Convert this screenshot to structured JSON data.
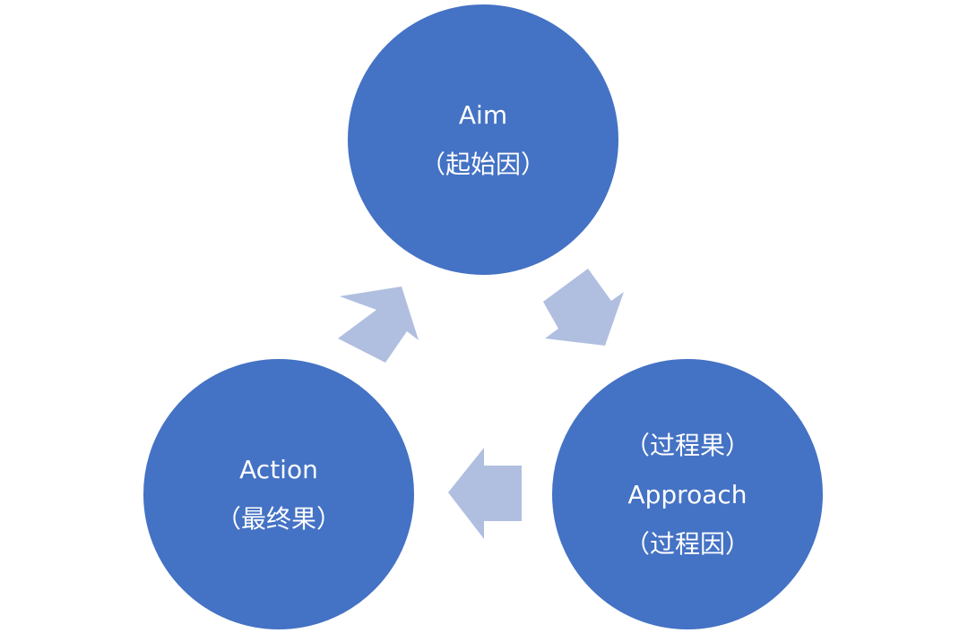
{
  "colors": {
    "node_fill": "#4472C4",
    "arrow_fill": "#B0BFE0",
    "text": "#FFFFFF"
  },
  "nodes": {
    "aim": {
      "lines": [
        "Aim",
        "（起始因）"
      ]
    },
    "approach": {
      "lines": [
        "（过程果）",
        "Approach",
        "（过程因）"
      ]
    },
    "action": {
      "lines": [
        "Action",
        "（最终果）"
      ]
    }
  },
  "arrows": [
    "aim-to-approach",
    "approach-to-action",
    "action-to-aim"
  ]
}
